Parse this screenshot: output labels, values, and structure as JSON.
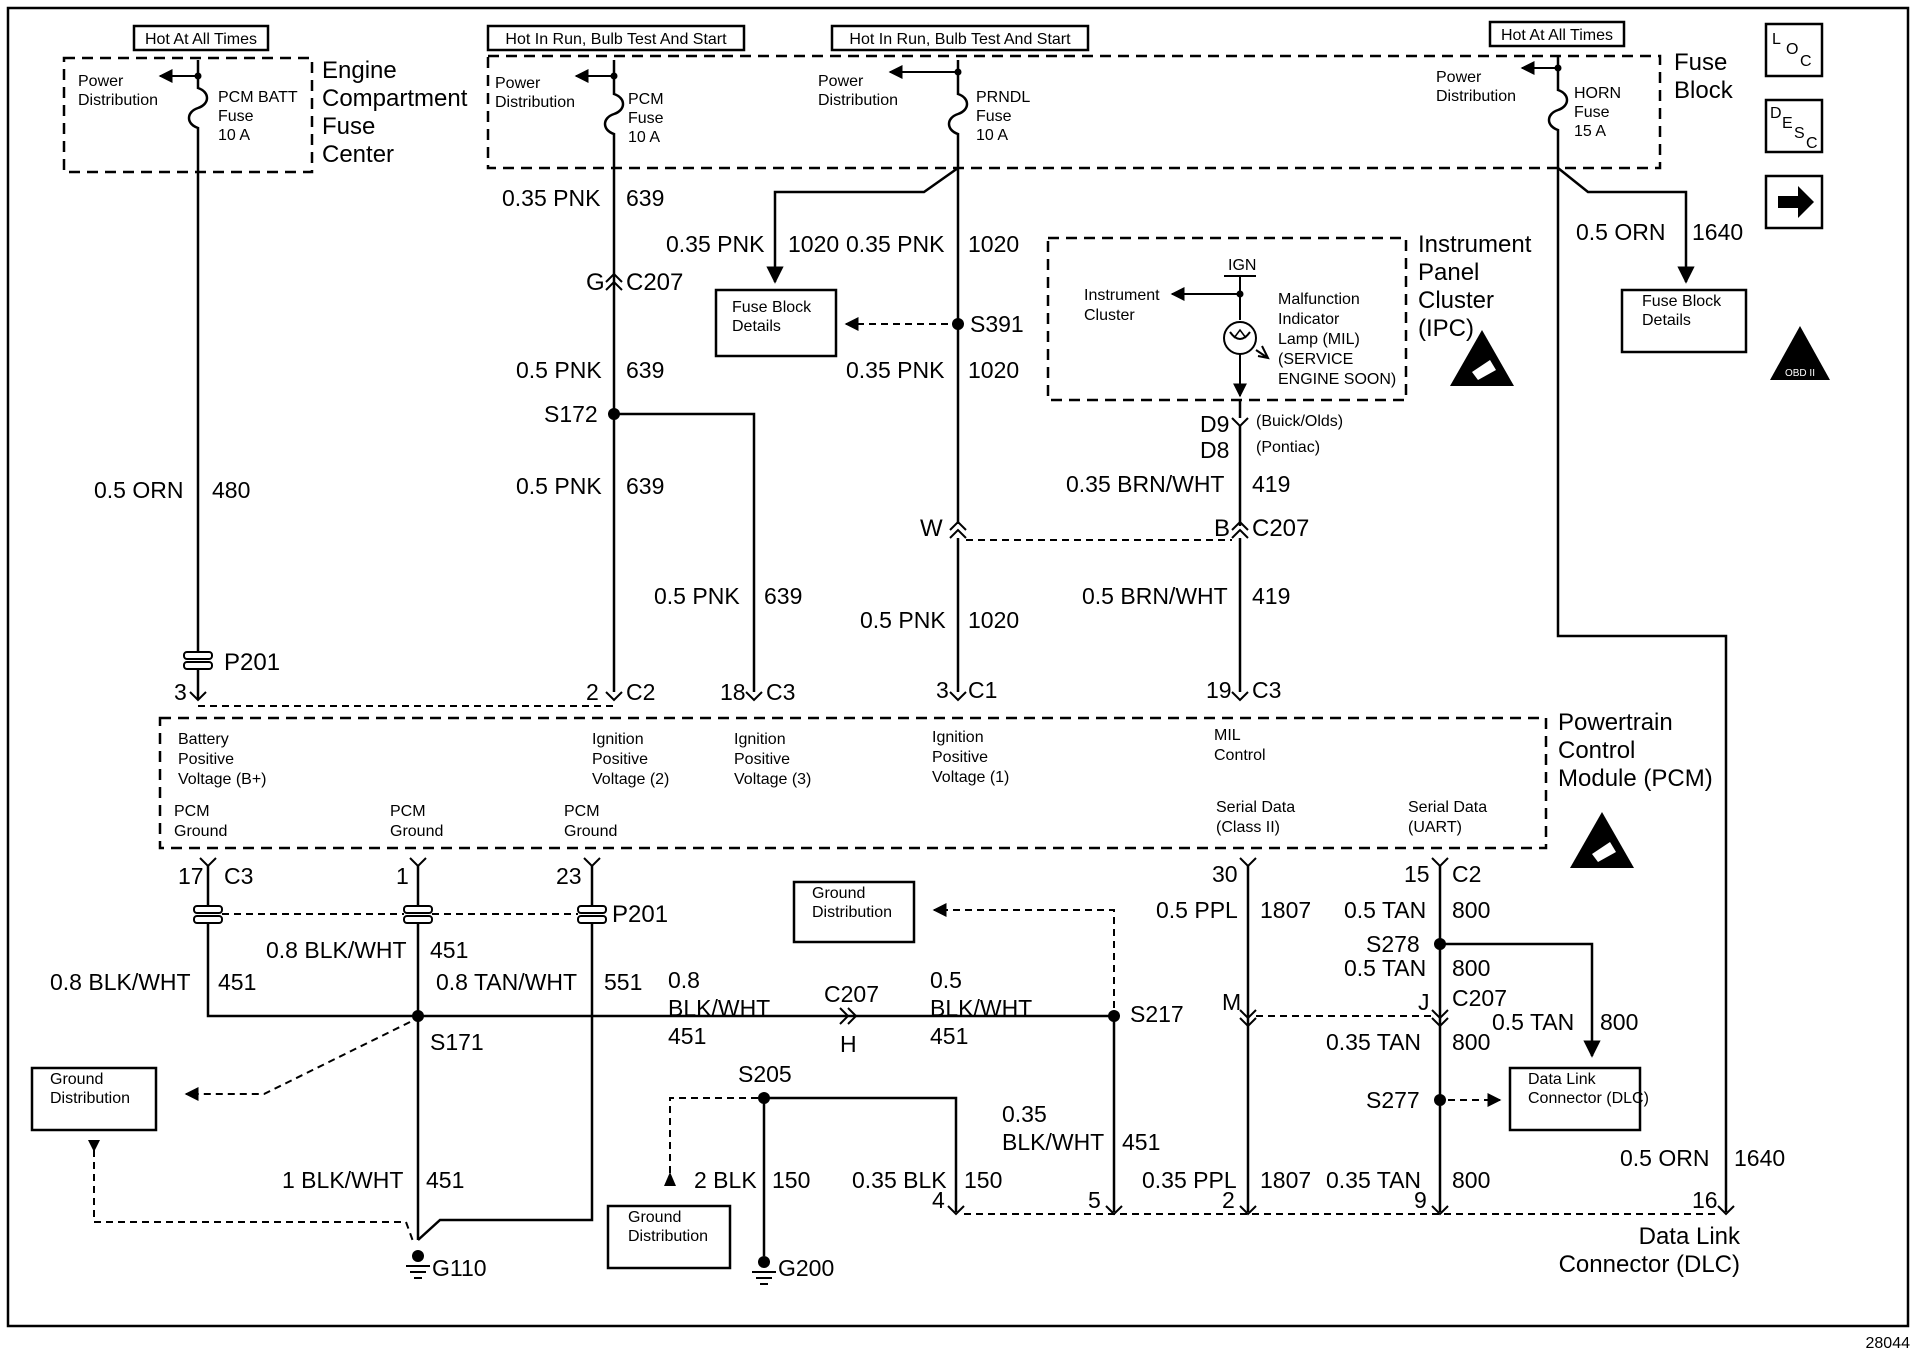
{
  "labels": {
    "hot_all_1": "Hot At All Times",
    "hot_run_1": "Hot In Run, Bulb Test And Start",
    "hot_run_2": "Hot In Run, Bulb Test And Start",
    "hot_all_2": "Hot At All Times",
    "engine_fuse_center": [
      "Engine",
      "Compartment",
      "Fuse",
      "Center"
    ],
    "fuse_block": [
      "Fuse",
      "Block"
    ],
    "power_dist": [
      "Power",
      "Distribution"
    ],
    "pcm_batt_fuse": [
      "PCM BATT",
      "Fuse",
      "10 A"
    ],
    "pcm_fuse": [
      "PCM",
      "Fuse",
      "10 A"
    ],
    "prndl_fuse": [
      "PRNDL",
      "Fuse",
      "10 A"
    ],
    "horn_fuse": [
      "HORN",
      "Fuse",
      "15 A"
    ],
    "ipc": [
      "Instrument",
      "Panel",
      "Cluster",
      "(IPC)"
    ],
    "ign": "IGN",
    "instrument_cluster": [
      "Instrument",
      "Cluster"
    ],
    "mil": [
      "Malfunction",
      "Indicator",
      "Lamp (MIL)",
      "(SERVICE",
      "ENGINE SOON)"
    ],
    "fuse_block_details": [
      "Fuse Block",
      "Details"
    ],
    "ground_distribution": [
      "Ground",
      "Distribution"
    ],
    "pcm_title": [
      "Powertrain",
      "Control",
      "Module (PCM)"
    ],
    "pcm_inputs": {
      "batt": [
        "Battery",
        "Positive",
        "Voltage (B+)"
      ],
      "ign2": [
        "Ignition",
        "Positive",
        "Voltage (2)"
      ],
      "ign3": [
        "Ignition",
        "Positive",
        "Voltage (3)"
      ],
      "ign1": [
        "Ignition",
        "Positive",
        "Voltage (1)"
      ],
      "mil": [
        "MIL",
        "Control"
      ],
      "pcm_ground": [
        "PCM",
        "Ground"
      ],
      "serial_class2": [
        "Serial Data",
        "(Class II)"
      ],
      "serial_uart": [
        "Serial Data",
        "(UART)"
      ]
    },
    "dlc": [
      "Data Link",
      "Connector (DLC)"
    ],
    "dlc_box": [
      "Data Link",
      "Connector (DLC)"
    ],
    "buick_olds": "(Buick/Olds)",
    "pontiac": "(Pontiac)",
    "obd": "OBD II",
    "diagram_number": "28044"
  },
  "nav_icons": {
    "loc": [
      "L",
      "O",
      "C"
    ],
    "desc": [
      "D",
      "E",
      "S",
      "C"
    ],
    "next": "next-arrow-icon"
  },
  "wires": {
    "orn480": "0.5 ORN",
    "n480": "480",
    "pnk639a": "0.35 PNK",
    "n639a": "639",
    "pnk639b": "0.5 PNK",
    "n639b": "639",
    "pnk639c": "0.5 PNK",
    "n639c": "639",
    "pnk639d": "0.5 PNK",
    "n639d": "639",
    "pnk1020a": "0.35 PNK",
    "n1020a": "1020",
    "pnk1020b": "0.35 PNK",
    "n1020b": "1020",
    "pnk1020c": "0.35 PNK",
    "n1020c": "1020",
    "pnk1020d": "0.5 PNK",
    "n1020d": "1020",
    "brn419a": "0.35 BRN/WHT",
    "n419a": "419",
    "brn419b": "0.5 BRN/WHT",
    "n419b": "419",
    "orn1640a": "0.5 ORN",
    "n1640a": "1640",
    "orn1640b": "0.5 ORN",
    "n1640b": "1640",
    "blk451a": "0.8 BLK/WHT",
    "n451a": "451",
    "blk451b": "0.8 BLK/WHT",
    "n451b": "451",
    "tan551": "0.8 TAN/WHT",
    "n551": "551",
    "blk451c": [
      "0.8",
      "BLK/WHT",
      "451"
    ],
    "blk451d": [
      "0.5",
      "BLK/WHT",
      "451"
    ],
    "blk451e": [
      "0.35",
      "BLK/WHT"
    ],
    "n451e": "451",
    "blk451f": "1 BLK/WHT",
    "n451f": "451",
    "blk150a": "2 BLK",
    "n150a": "150",
    "blk150b": "0.35 BLK",
    "n150b": "150",
    "ppl1807a": "0.5 PPL",
    "n1807a": "1807",
    "ppl1807b": "0.35 PPL",
    "n1807b": "1807",
    "tan800a": "0.5 TAN",
    "n800a": "800",
    "tan800b": "0.5 TAN",
    "n800b": "800",
    "tan800c": "0.5 TAN",
    "n800c": "800",
    "tan800d": "0.35 TAN",
    "n800d": "800",
    "tan800e": "0.35 TAN",
    "n800e": "800"
  },
  "connectors": {
    "c207_1": "C207",
    "g_1": "G",
    "s391": "S391",
    "s172": "S172",
    "w": "W",
    "b": "B",
    "c207_2": "C207",
    "d9": "D9",
    "d8": "D8",
    "p201a": "P201",
    "p201b": "P201",
    "p3": "3",
    "p2": "2",
    "c2a": "C2",
    "p18": "18",
    "c3a": "C3",
    "p3b": "3",
    "c1": "C1",
    "p19": "19",
    "c3b": "C3",
    "p17": "17",
    "c3c": "C3",
    "p1": "1",
    "p23": "23",
    "p30": "30",
    "p15": "15",
    "c2b": "C2",
    "s171": "S171",
    "c207_3": "C207",
    "h": "H",
    "s217": "S217",
    "s205": "S205",
    "s278": "S278",
    "m": "M",
    "j": "J",
    "c207_4": "C207",
    "s277": "S277",
    "g110": "G110",
    "g200": "G200",
    "d4": "4",
    "d5": "5",
    "d2": "2",
    "d9p": "9",
    "d16": "16"
  }
}
